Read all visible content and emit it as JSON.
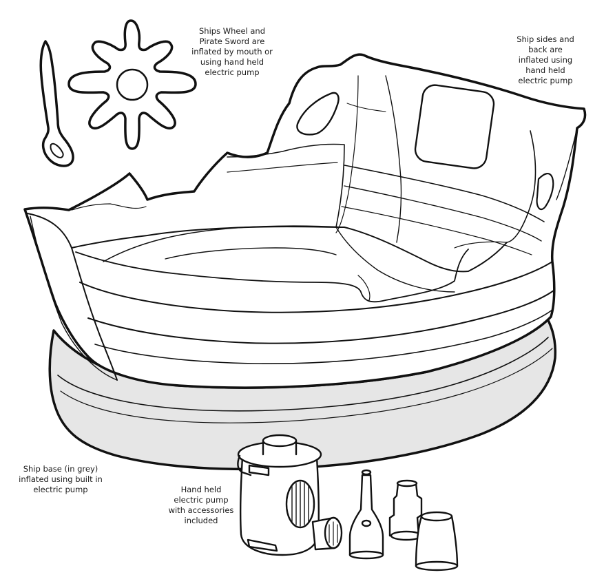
{
  "annotations": {
    "wheel_sword": "Ships Wheel and\nPirate Sword are\ninflated by mouth or\nusing hand held\nelectric pump",
    "ship_sides": "Ship sides and\nback are\ninflated using\nhand held\nelectric pump",
    "ship_base": "Ship base (in grey)\ninflated using built in\nelectric pump",
    "pump": "Hand held\nelectric pump\nwith accessories\nincluded"
  },
  "colors": {
    "outline": "#111111",
    "base_fill": "#e6e6e6",
    "paper": "#ffffff"
  },
  "icons": [
    "pirate-sword",
    "ships-wheel",
    "inflatable-ship",
    "electric-pump",
    "nozzle-cone",
    "nozzle-stepped",
    "nozzle-wide"
  ]
}
